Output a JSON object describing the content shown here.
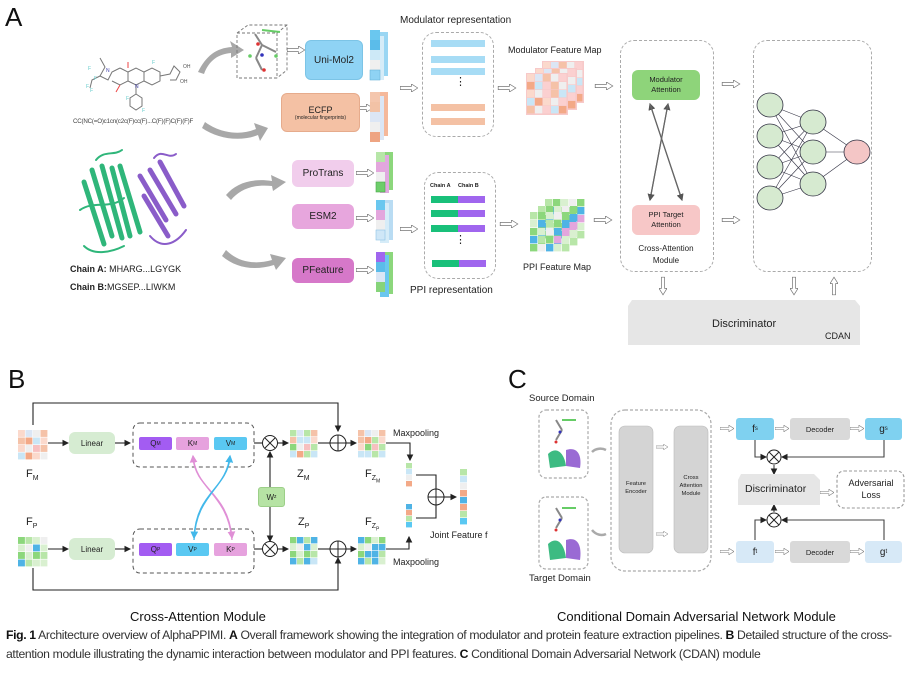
{
  "panels": {
    "A": {
      "letter": "A",
      "smiles": "CC(NC(=O)c1cn(c2c(F)cc(F)...C(F)(F)C(F)(F)F",
      "chain_a_label": "Chain A:",
      "chain_a_seq": " MHARG...LGYGK",
      "chain_b_label": "Chain B:",
      "chain_b_seq": "MGSEP...LIWKM",
      "unimol": "Uni-Mol2",
      "ecfp": "ECFP",
      "ecfp_sub": "(molecular fingerprints)",
      "protrans": "ProTrans",
      "esm2": "ESM2",
      "pfeature": "PFeature",
      "modulator_representation": "Modulator representation",
      "modulator_feature_map": "Modulator Feature Map",
      "ppi_representation": "PPI representation",
      "ppi_feature_map": "PPI Feature Map",
      "chain_a_col": "Chain A",
      "chain_b_col": "Chain B",
      "ellipsis": "⋮",
      "modulator_attention": "Modulator Attention",
      "ppi_target_attention": "PPI Target Attention",
      "cross_attention_module": "Cross-Attention Module",
      "discriminator": "Discriminator",
      "cdan": "CDAN"
    },
    "B": {
      "letter": "B",
      "f_m": "F",
      "f_m_sub": "M",
      "f_p": "F",
      "f_p_sub": "P",
      "linear": "Linear",
      "q_m": "Q",
      "k_m": "K",
      "v_m": "V",
      "sub_m": "M",
      "q_p": "Q",
      "v_p": "V",
      "k_p": "K",
      "sub_p": "P",
      "w_z": "W",
      "w_z_sub": "z",
      "z_m": "Z",
      "z_p": "Z",
      "fz_m": "F",
      "fz_m_sub": "Z",
      "fz_m_subsub": "M",
      "fz_p": "F",
      "fz_p_sub": "Z",
      "fz_p_subsub": "P",
      "maxpooling": "Maxpooling",
      "joint_feature": "Joint Feature f",
      "title": "Cross-Attention Module"
    },
    "C": {
      "letter": "C",
      "source_domain": "Source Domain",
      "target_domain": "Target Domain",
      "feature_encoder": "Feature Encoder",
      "cross_attention_module": "Cross Attention Module",
      "f_s": "f",
      "f_s_sup": "s",
      "g_s": "g",
      "g_s_sup": "s",
      "f_t": "f",
      "f_t_sup": "t",
      "g_t": "g",
      "g_t_sup": "t",
      "decoder": "Decoder",
      "discriminator": "Discriminator",
      "adversarial_loss": "Adversarial Loss",
      "title": "Conditional Domain Adversarial Network Module"
    }
  },
  "caption": {
    "fig": "Fig. 1",
    "intro": "  Architecture overview of AlphaPPIMI. ",
    "a_letter": "A",
    "a_text": " Overall framework showing the integration of modulator and protein feature extraction pipelines. ",
    "b_letter": "B",
    "b_text": " Detailed structure of the cross-attention module illustrating the dynamic interaction between modulator and PPI features. ",
    "c_letter": "C",
    "c_text": " Conditional Domain Adversarial Network (CDAN) module"
  },
  "colors": {
    "unimol": "#8fd3f4",
    "ecfp": "#f4c1a4",
    "protrans": "#f1cdec",
    "esm2": "#e7a6dd",
    "pfeature": "#d678c9",
    "modulator_attention": "#8ed47a",
    "ppi_attention": "#f7c7c7",
    "chain_a": "#19c07a",
    "chain_b": "#a066ee",
    "q": "#a35cf2",
    "k": "#e6a2de",
    "v": "#5ac8f2",
    "linear": "#d6ecd2",
    "w_z": "#b6e3a4",
    "f_s": "#7fd1f0",
    "f_t": "#d7e9f7",
    "decoder": "#d9d9d9",
    "discriminator": "#e4e4e4"
  }
}
